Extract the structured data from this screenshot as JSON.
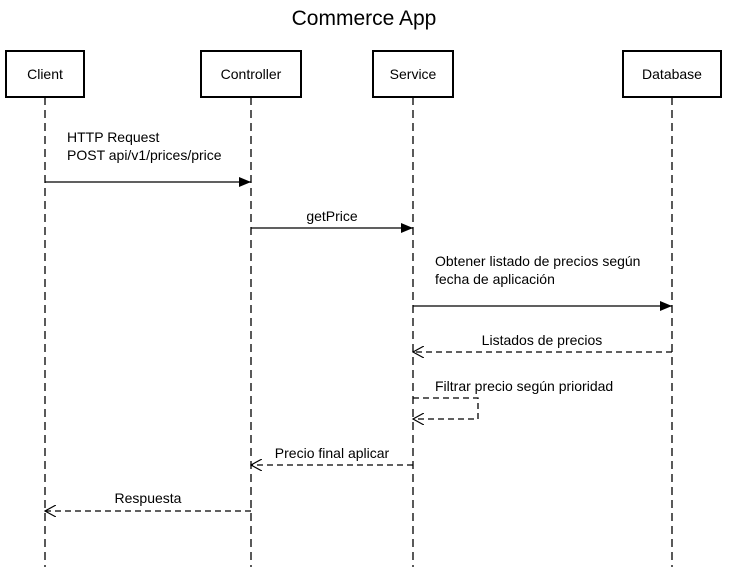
{
  "diagram": {
    "title": "Commerce App",
    "participants": [
      {
        "id": "client",
        "label": "Client"
      },
      {
        "id": "controller",
        "label": "Controller"
      },
      {
        "id": "service",
        "label": "Service"
      },
      {
        "id": "database",
        "label": "Database"
      }
    ],
    "messages": [
      {
        "id": "http-request",
        "from": "client",
        "to": "controller",
        "kind": "sync",
        "lines": [
          "HTTP Request",
          "POST api/v1/prices/price"
        ]
      },
      {
        "id": "get-price",
        "from": "controller",
        "to": "service",
        "kind": "sync",
        "lines": [
          "getPrice"
        ]
      },
      {
        "id": "obtener-listado",
        "from": "service",
        "to": "database",
        "kind": "sync",
        "lines": [
          "Obtener listado de precios según",
          "fecha de aplicación"
        ]
      },
      {
        "id": "listados-precios",
        "from": "database",
        "to": "service",
        "kind": "return",
        "lines": [
          "Listados de precios"
        ]
      },
      {
        "id": "filtrar-precio",
        "from": "service",
        "to": "service",
        "kind": "self-return",
        "lines": [
          "Filtrar precio según prioridad"
        ]
      },
      {
        "id": "precio-final",
        "from": "service",
        "to": "controller",
        "kind": "return",
        "lines": [
          "Precio final aplicar"
        ]
      },
      {
        "id": "respuesta",
        "from": "controller",
        "to": "client",
        "kind": "return",
        "lines": [
          "Respuesta"
        ]
      }
    ]
  }
}
